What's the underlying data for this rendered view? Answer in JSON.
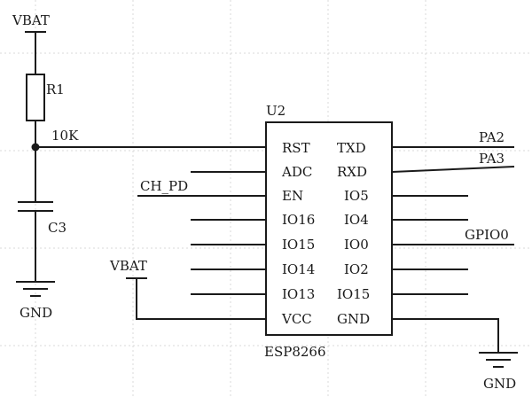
{
  "vbat_top": "VBAT",
  "resistor": {
    "ref": "R1",
    "value": "10K"
  },
  "capacitor": {
    "ref": "C3"
  },
  "gnd_left": "GND",
  "chip": {
    "ref": "U2",
    "part": "ESP8266",
    "left_pins": [
      "RST",
      "ADC",
      "EN",
      "IO16",
      "IO15",
      "IO14",
      "IO13",
      "VCC"
    ],
    "right_pins": [
      "TXD",
      "RXD",
      "IO5",
      "IO4",
      "IO0",
      "IO2",
      "IO15",
      "GND"
    ]
  },
  "net_ch_pd": "CH_PD",
  "vbat_mid": "VBAT",
  "net_pa2": "PA2",
  "net_pa3": "PA3",
  "net_gpio0": "GPIO0",
  "gnd_right": "GND"
}
